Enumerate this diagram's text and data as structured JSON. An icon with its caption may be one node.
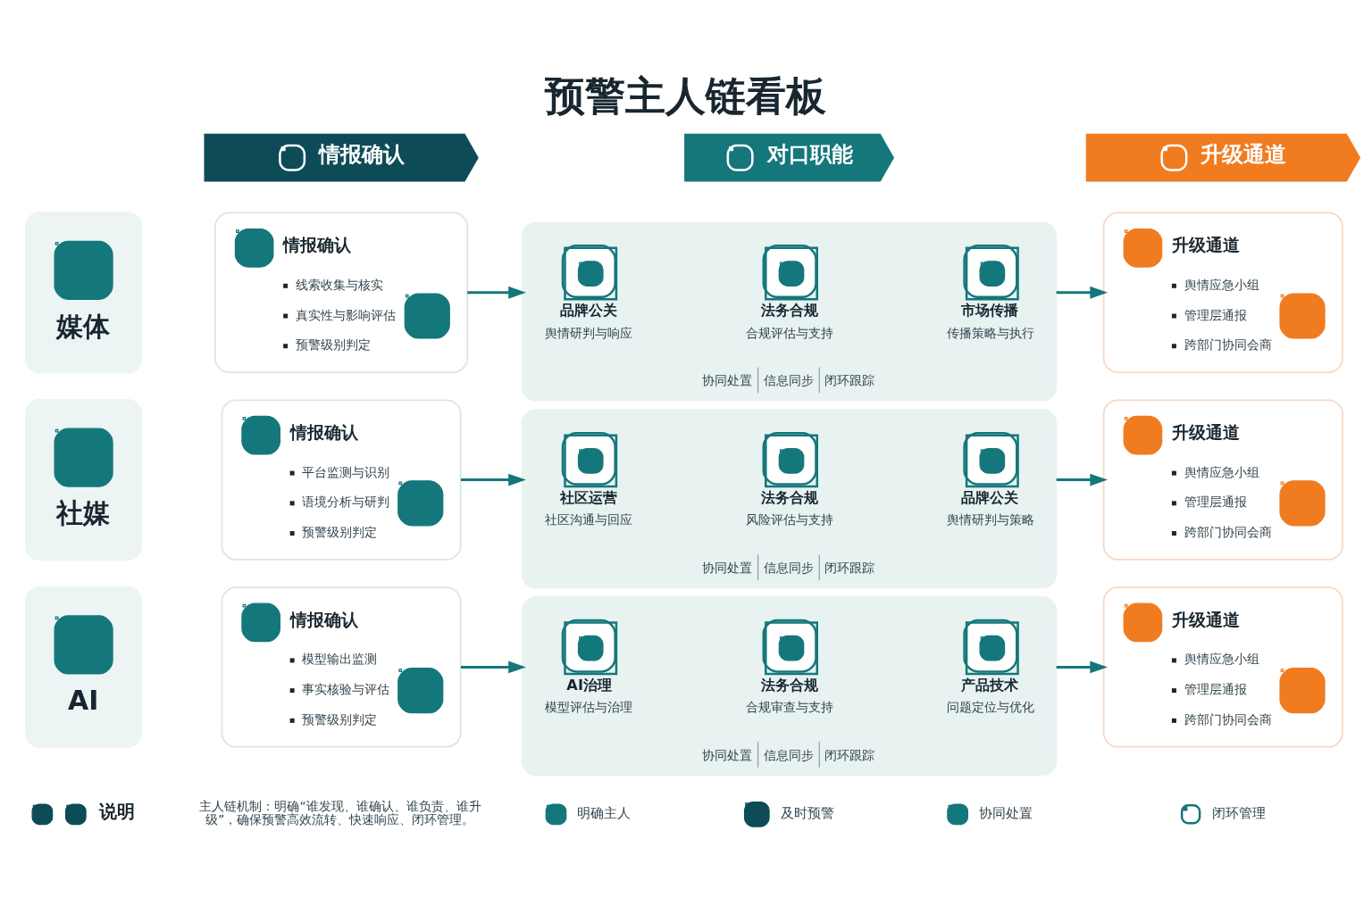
{
  "diagram": {
    "title": "预警主人链看板",
    "nodes": [
      {
        "text": [
          "情报确认"
        ]
      },
      {
        "text": [
          "对口职能"
        ]
      },
      {
        "text": [
          "升级通道"
        ]
      },
      {
        "text": [
          "媒体"
        ]
      },
      {
        "text": [
          "情报确认",
          "线索收集与核实",
          "真实性与影响评估",
          "预警级别判定"
        ]
      },
      {
        "text": [
          "协同处置",
          "信息同步",
          "闭环跟踪"
        ]
      },
      {
        "text": [
          "品牌公关",
          "舆情研判与响应"
        ],
        "in": 5
      },
      {
        "text": [
          "法务合规",
          "合规评估与支持"
        ],
        "in": 5
      },
      {
        "text": [
          "市场传播",
          "传播策略与执行"
        ],
        "in": 5
      },
      {
        "text": [
          "升级通道",
          "舆情应急小组",
          "管理层通报",
          "跨部门协同会商"
        ]
      },
      {
        "text": [
          "社媒"
        ]
      },
      {
        "text": [
          "情报确认",
          "平台监测与识别",
          "语境分析与研判",
          "预警级别判定"
        ]
      },
      {
        "text": [
          "协同处置",
          "信息同步",
          "闭环跟踪"
        ]
      },
      {
        "text": [
          "社区运营",
          "社区沟通与回应"
        ],
        "in": 12
      },
      {
        "text": [
          "法务合规",
          "风险评估与支持"
        ],
        "in": 12
      },
      {
        "text": [
          "品牌公关",
          "舆情研判与策略"
        ],
        "in": 12
      },
      {
        "text": [
          "升级通道",
          "舆情应急小组",
          "管理层通报",
          "跨部门协同会商"
        ]
      },
      {
        "text": [
          "AI"
        ]
      },
      {
        "text": [
          "情报确认",
          "模型输出监测",
          "事实核验与评估",
          "预警级别判定"
        ]
      },
      {
        "text": [
          "协同处置",
          "信息同步",
          "闭环跟踪"
        ]
      },
      {
        "text": [
          "AI治理",
          "模型评估与治理"
        ],
        "in": 19
      },
      {
        "text": [
          "法务合规",
          "合规审查与支持"
        ],
        "in": 19
      },
      {
        "text": [
          "产品技术",
          "问题定位与优化"
        ],
        "in": 19
      },
      {
        "text": [
          "升级通道",
          "舆情应急小组",
          "管理层通报",
          "跨部门协同会商"
        ]
      }
    ],
    "edges": [
      {
        "from": 4,
        "to": 5,
        "arrow": "to"
      },
      {
        "from": 5,
        "to": 9,
        "arrow": "to"
      },
      {
        "from": 11,
        "to": 12,
        "arrow": "to"
      },
      {
        "from": 12,
        "to": 16,
        "arrow": "to"
      },
      {
        "from": 18,
        "to": 19,
        "arrow": "to"
      },
      {
        "from": 19,
        "to": 23,
        "arrow": "to"
      }
    ],
    "labels": [
      "说明",
      "主人链机制：明确“谁发现、谁确认、谁负责、谁升级”，确保预警高效流转、快速响应、闭环管理。"
    ],
    "legend": [
      {
        "text": "明确主人"
      },
      {
        "text": "及时预警"
      },
      {
        "text": "协同处置"
      },
      {
        "text": "闭环管理"
      }
    ]
  }
}
